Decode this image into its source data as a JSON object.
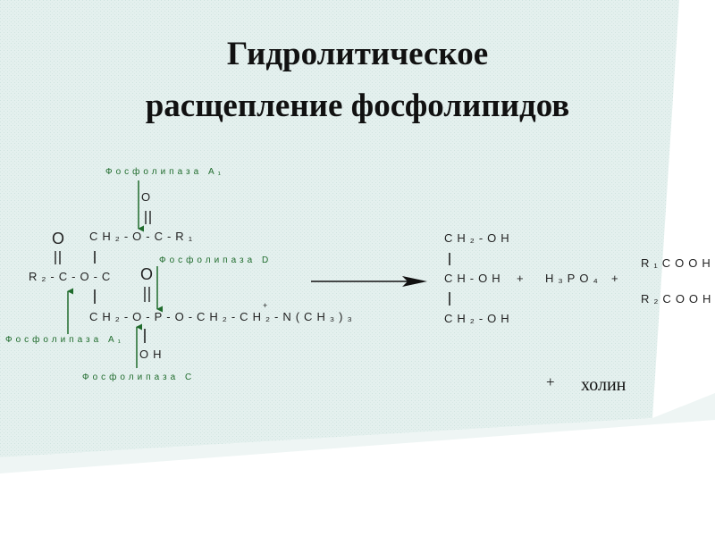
{
  "title": {
    "line1": "Гидролитическое",
    "line2": "расщепление фосфолипидов"
  },
  "enzymes": {
    "a1_top": "Фосфолипаза А₁",
    "d": "Фосфолипаза D",
    "a1_bottom": "Фосфолипаза А₁",
    "c": "Фосфолипаза С"
  },
  "reactant": {
    "o_left": "O",
    "o_top": "O",
    "o_phos": "O",
    "row1": "CH₂-O-C-R₁",
    "row2": "R₂-C-O-C",
    "row3": "CH₂-O-P-O-CH₂-CH₂-N(CH₃)₃",
    "oh": "OH",
    "n_plus": "+"
  },
  "products": {
    "g1": "CH₂-OH",
    "g2": "CH-OH",
    "g3": "CH₂-OH",
    "plus1": "+",
    "h3po4": "H₃PO₄",
    "plus2": "+",
    "r1cooh": "R₁COOH",
    "r2cooh": "R₂COOH",
    "plus_choline": "+",
    "choline": "холин"
  },
  "colors": {
    "enzyme_green": "#1f6b2c",
    "arrow": "#111111",
    "text": "#222222",
    "background_tint": "#e9f3f1"
  }
}
